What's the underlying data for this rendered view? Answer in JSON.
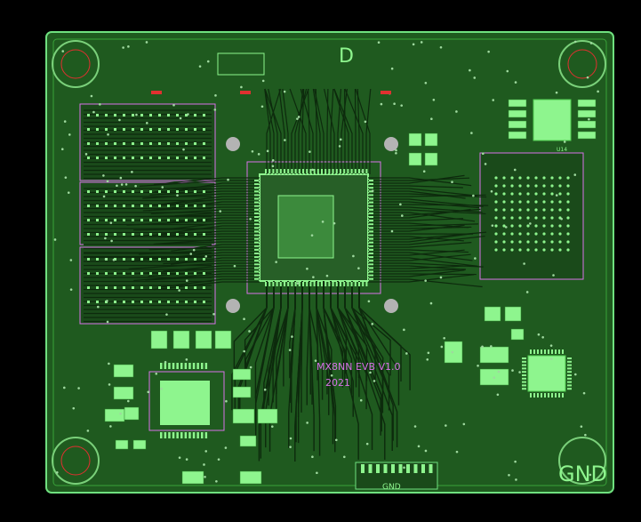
{
  "board": {
    "labels": {
      "top_d": "D",
      "gnd_big": "GND",
      "gnd_small": "GND",
      "silk_name": "MX8NN  EVB V1.0",
      "silk_year": "2021",
      "chip_a": "",
      "u_small": "U14"
    },
    "colors": {
      "background": "#000000",
      "copper": "#1f5a1f",
      "copper_light": "#2f7a2f",
      "trace": "#0d2a0d",
      "pad": "#8ef58e",
      "silk": "#d873e8",
      "outline": "#6fe07f",
      "hole": "#b3b3b3",
      "marker": "#e03030"
    }
  }
}
